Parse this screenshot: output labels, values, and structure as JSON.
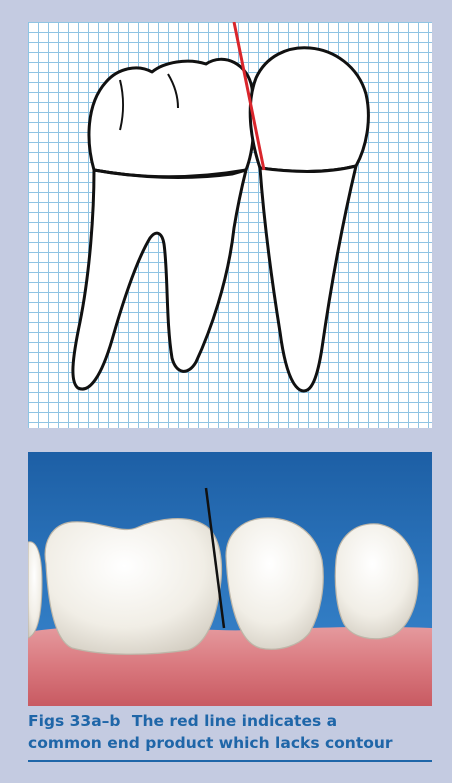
{
  "figure": {
    "caption_label": "Figs 33a–b",
    "caption_line1": "The red line indicates a",
    "caption_line2": "common end product which lacks contour",
    "accent_color": "#1f66a8",
    "page_color": "#c4cbe1",
    "grid_color": "#8fc4e3",
    "marker_line_color_a": "#d9262c",
    "marker_line_color_b": "#111111"
  }
}
